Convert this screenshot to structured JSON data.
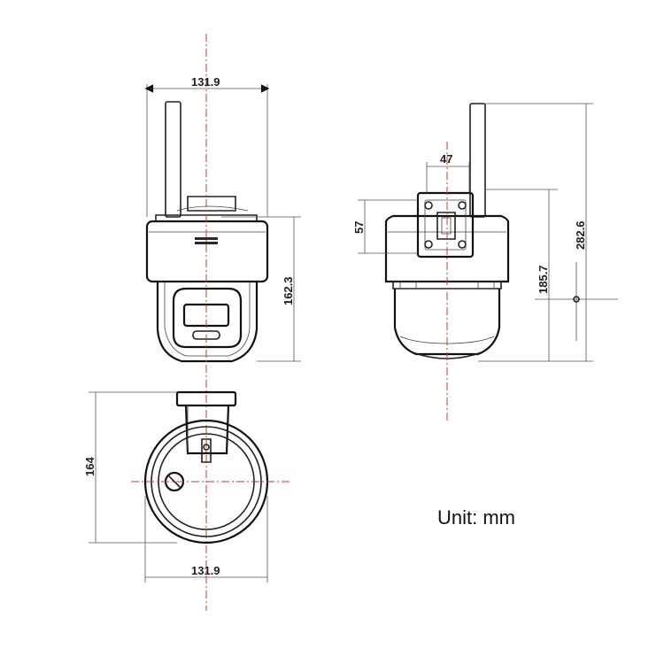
{
  "drawing": {
    "dimensions": {
      "front_width": "131.9",
      "front_height": "162.3",
      "side_mount_width": "47",
      "side_mount_height": "57",
      "side_body_height": "185.7",
      "side_total_height": "282.6",
      "bottom_depth": "164",
      "bottom_width": "131.9"
    },
    "unit_label": "Unit: mm"
  }
}
